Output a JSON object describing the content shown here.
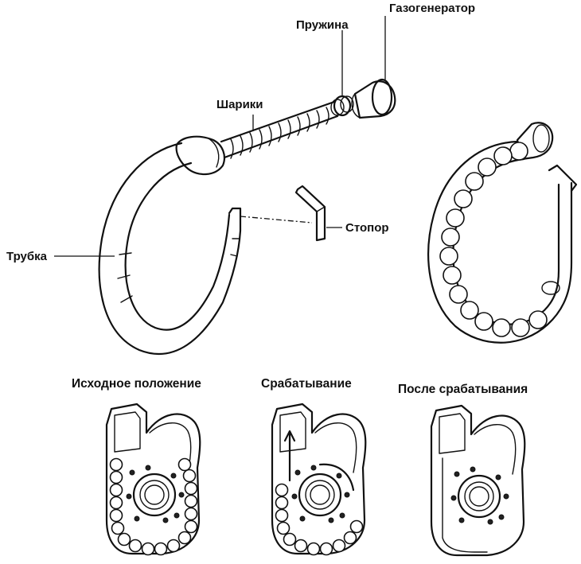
{
  "labels": {
    "gas_generator": "Газогенератор",
    "spring": "Пружина",
    "balls": "Шарики",
    "stopper": "Стопор",
    "tube": "Трубка"
  },
  "captions": {
    "initial": "Исходное положение",
    "triggering": "Срабатывание",
    "after": "После срабатывания"
  }
}
